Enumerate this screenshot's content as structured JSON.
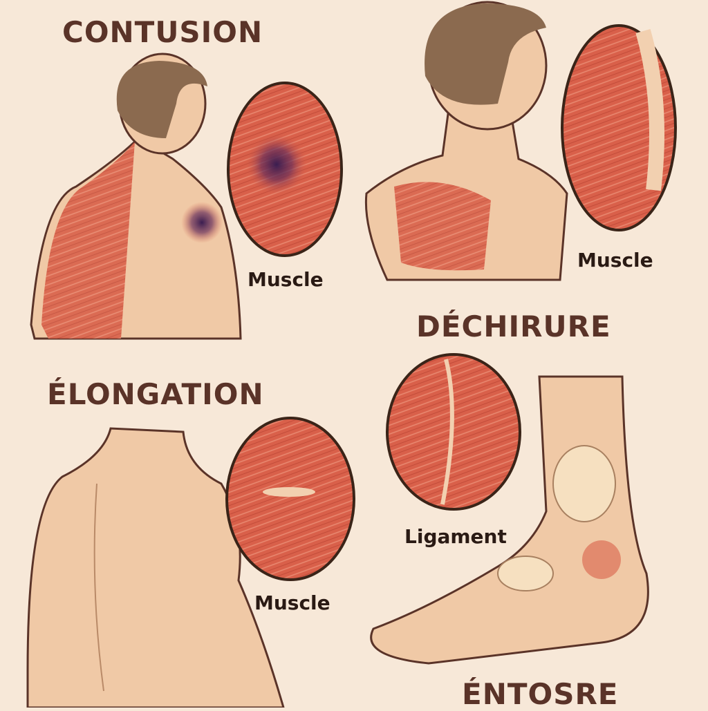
{
  "panels": [
    {
      "title": "CONTUSION",
      "label": "Muscle"
    },
    {
      "title": "DÉCHIRURE",
      "label": "Muscle"
    },
    {
      "title": "ÉLONGATION",
      "label": "Muscle"
    },
    {
      "title": "ÉNTOSRE",
      "label": "Ligament"
    }
  ],
  "colors": {
    "background": "#f7e8d8",
    "skin": "#f0c9a6",
    "muscle": "#d9604a",
    "bruise": "#4a2458",
    "text": "#5a3328"
  }
}
